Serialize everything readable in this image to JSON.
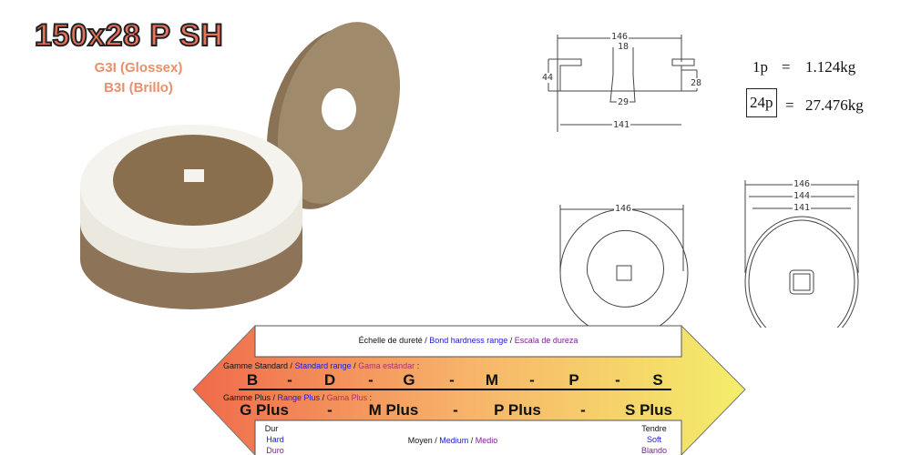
{
  "product": {
    "title": "150x28 P SH",
    "variants": [
      "G3I (Glossex)",
      "B3I (Brillo)"
    ]
  },
  "weights": {
    "unit_qty": "1p",
    "eq": "=",
    "unit_weight": "1.124kg",
    "pack_qty": "24p",
    "pack_weight": "27.476kg"
  },
  "drawing_top": {
    "dims": [
      "146",
      "18",
      "44",
      "28",
      "29",
      "141"
    ]
  },
  "drawing_front": {
    "dims": [
      "146"
    ]
  },
  "drawing_side": {
    "dims": [
      "146",
      "144",
      "141"
    ]
  },
  "scale": {
    "header": {
      "fr": "Échelle de dureté",
      "en": "Bond hardness range",
      "es": "Escala de dureza",
      "sep": " / "
    },
    "standard_label": {
      "fr": "Gamme Standard",
      "en": "Standard range",
      "es": "Gama estándar",
      "colon": ":"
    },
    "standard_grades": [
      "B",
      "-",
      "D",
      "-",
      "G",
      "-",
      "M",
      "-",
      "P",
      "-",
      "S"
    ],
    "plus_label": {
      "fr": "Gamme Plus",
      "en": "Range Plus",
      "es": "Gama Plus",
      "colon": ":"
    },
    "plus_grades": [
      "G Plus",
      "-",
      "M Plus",
      "-",
      "P Plus",
      "-",
      "S Plus"
    ],
    "hard": {
      "fr": "Dur",
      "en": "Hard",
      "es": "Duro"
    },
    "medium": {
      "fr": "Moyen",
      "en": "Medium",
      "es": "Medio"
    },
    "soft": {
      "fr": "Tendre",
      "en": "Soft",
      "es": "Blando"
    },
    "colors": {
      "left": "#f06a4a",
      "mid": "#f7b46a",
      "right": "#f4ee6a"
    }
  }
}
